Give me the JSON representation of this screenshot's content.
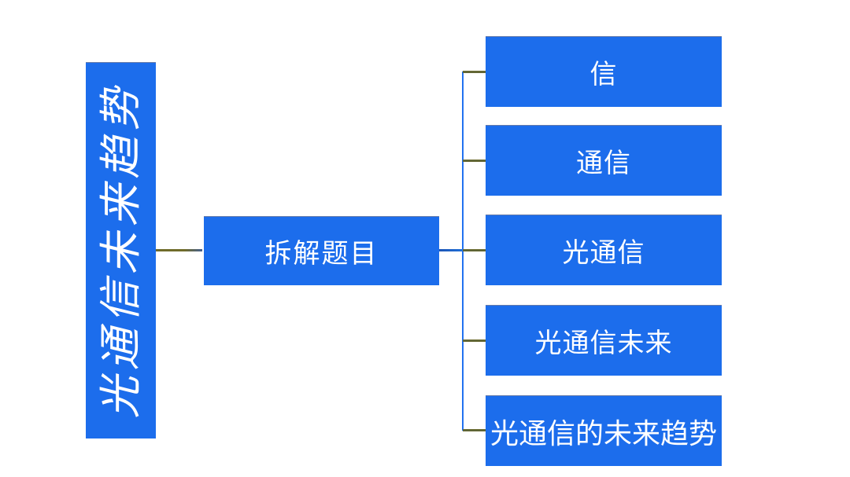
{
  "diagram": {
    "type": "mind-map",
    "root": {
      "label": "光通信未来趋势"
    },
    "intermediate": {
      "label": "拆解题目"
    },
    "children": [
      {
        "label": "信"
      },
      {
        "label": "通信"
      },
      {
        "label": "光通信"
      },
      {
        "label": "光通信未来"
      },
      {
        "label": "光通信的未来趋势"
      }
    ]
  },
  "colors": {
    "node_fill": "#1c6dec",
    "node_text": "#ffffff",
    "connector_branch": "#6f6b2a",
    "connector_trunk": "#2272f0",
    "background": "#ffffff"
  }
}
